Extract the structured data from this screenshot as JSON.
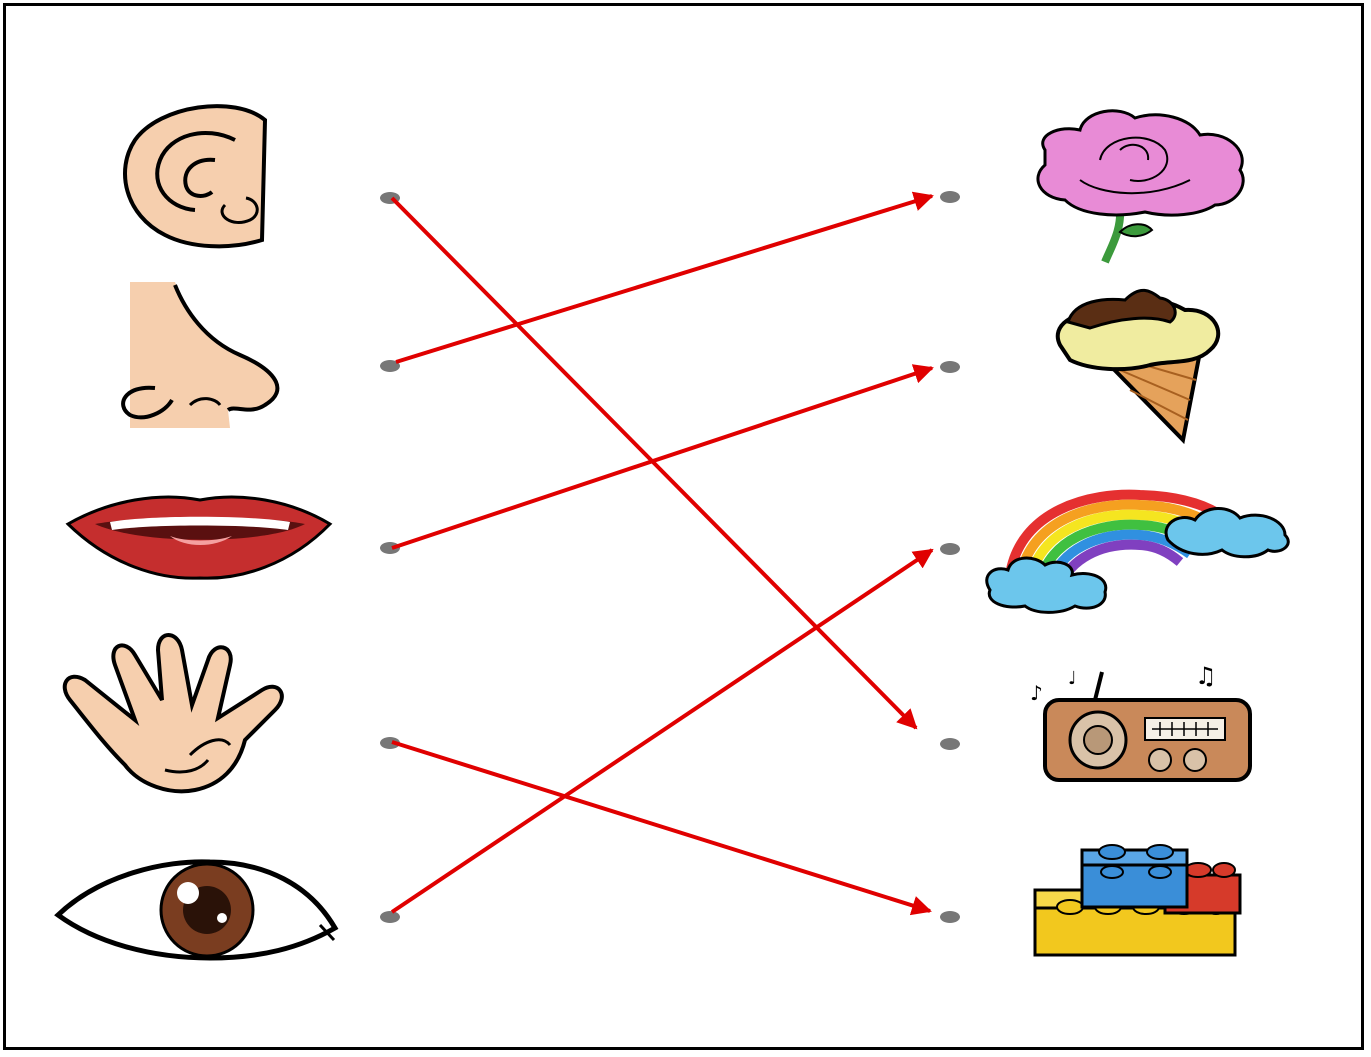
{
  "worksheet": {
    "left_column": [
      {
        "id": "ear",
        "icon": "ear-icon"
      },
      {
        "id": "nose",
        "icon": "nose-icon"
      },
      {
        "id": "mouth",
        "icon": "mouth-icon"
      },
      {
        "id": "hand",
        "icon": "hand-icon"
      },
      {
        "id": "eye",
        "icon": "eye-icon"
      }
    ],
    "right_column": [
      {
        "id": "rose",
        "icon": "rose-icon"
      },
      {
        "id": "ice-cream",
        "icon": "ice-cream-icon"
      },
      {
        "id": "rainbow",
        "icon": "rainbow-icon"
      },
      {
        "id": "radio",
        "icon": "radio-icon"
      },
      {
        "id": "blocks",
        "icon": "blocks-icon"
      }
    ],
    "matches": [
      {
        "from": "ear",
        "to": "radio"
      },
      {
        "from": "nose",
        "to": "rose"
      },
      {
        "from": "mouth",
        "to": "ice-cream"
      },
      {
        "from": "hand",
        "to": "blocks"
      },
      {
        "from": "eye",
        "to": "rainbow"
      }
    ]
  },
  "colors": {
    "arrow": "#e00000",
    "dot": "#777777",
    "border": "#000000"
  }
}
